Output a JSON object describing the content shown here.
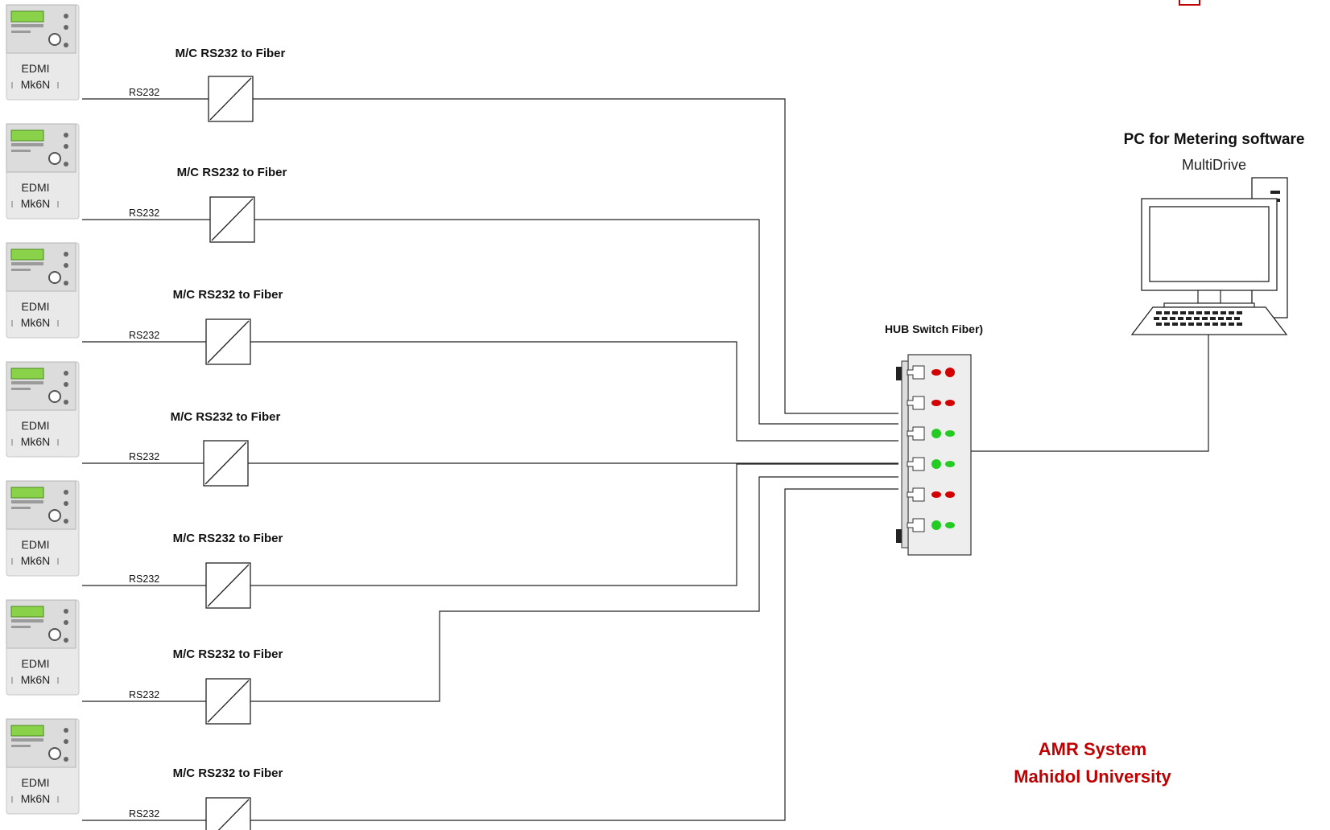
{
  "meters": [
    {
      "line1": "EDMI",
      "line2": "Mk6N"
    },
    {
      "line1": "EDMI",
      "line2": "Mk6N"
    },
    {
      "line1": "EDMI",
      "line2": "Mk6N"
    },
    {
      "line1": "EDMI",
      "line2": "Mk6N"
    },
    {
      "line1": "EDMI",
      "line2": "Mk6N"
    },
    {
      "line1": "EDMI",
      "line2": "Mk6N"
    },
    {
      "line1": "EDMI",
      "line2": "Mk6N"
    }
  ],
  "converters": [
    {
      "label": "M/C RS232 to Fiber",
      "link": "RS232"
    },
    {
      "label": "M/C RS232 to Fiber",
      "link": "RS232"
    },
    {
      "label": "M/C RS232 to Fiber",
      "link": "RS232"
    },
    {
      "label": "M/C RS232 to Fiber",
      "link": "RS232"
    },
    {
      "label": "M/C RS232 to Fiber",
      "link": "RS232"
    },
    {
      "label": "M/C RS232 to Fiber",
      "link": "RS232"
    },
    {
      "label": "M/C RS232 to Fiber",
      "link": "RS232"
    }
  ],
  "hub": {
    "label": "HUB Switch Fiber)",
    "port_leds": [
      [
        "#d40000",
        "#d40000"
      ],
      [
        "#d40000",
        "#d40000"
      ],
      [
        "#22cc22",
        "#22cc22"
      ],
      [
        "#22cc22",
        "#22cc22"
      ],
      [
        "#d40000",
        "#d40000"
      ],
      [
        "#22cc22",
        "#22cc22"
      ]
    ]
  },
  "pc": {
    "title": "PC for Metering software",
    "subtitle": "MultiDrive"
  },
  "footer": {
    "line1": "AMR System",
    "line2": "Mahidol University"
  },
  "colors": {
    "accent": "#c00000",
    "led_red": "#d40000",
    "led_green": "#22cc22"
  }
}
